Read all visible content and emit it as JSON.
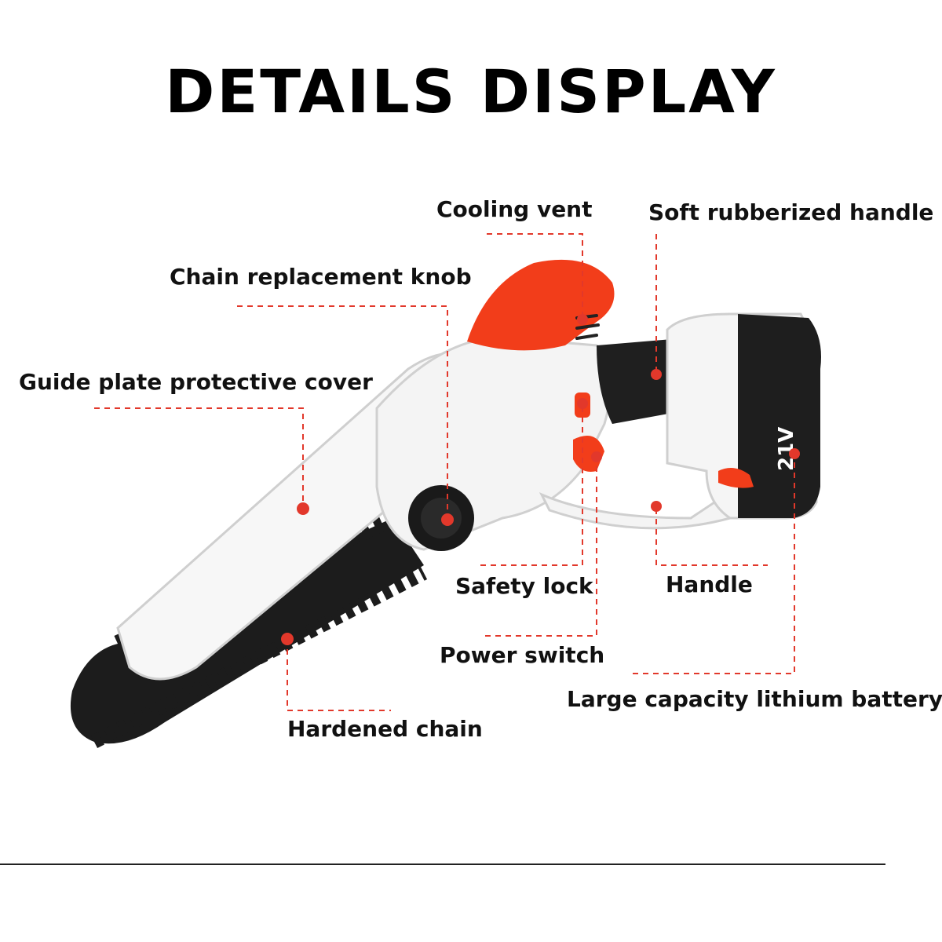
{
  "title": "DETAILS DISPLAY",
  "colors": {
    "accent": "#f23d1a",
    "leader": "#e2382b",
    "body": "#f6f6f6",
    "dark": "#1c1c1c"
  },
  "labels": {
    "cooling_vent": "Cooling vent",
    "soft_handle": "Soft rubberized handle",
    "chain_knob": "Chain replacement knob",
    "guide_cover": "Guide plate protective cover",
    "safety_lock": "Safety lock",
    "handle": "Handle",
    "power_switch": "Power switch",
    "battery": "Large capacity lithium battery",
    "hardened_chain": "Hardened chain"
  },
  "battery_markings": {
    "voltage": "21V"
  }
}
